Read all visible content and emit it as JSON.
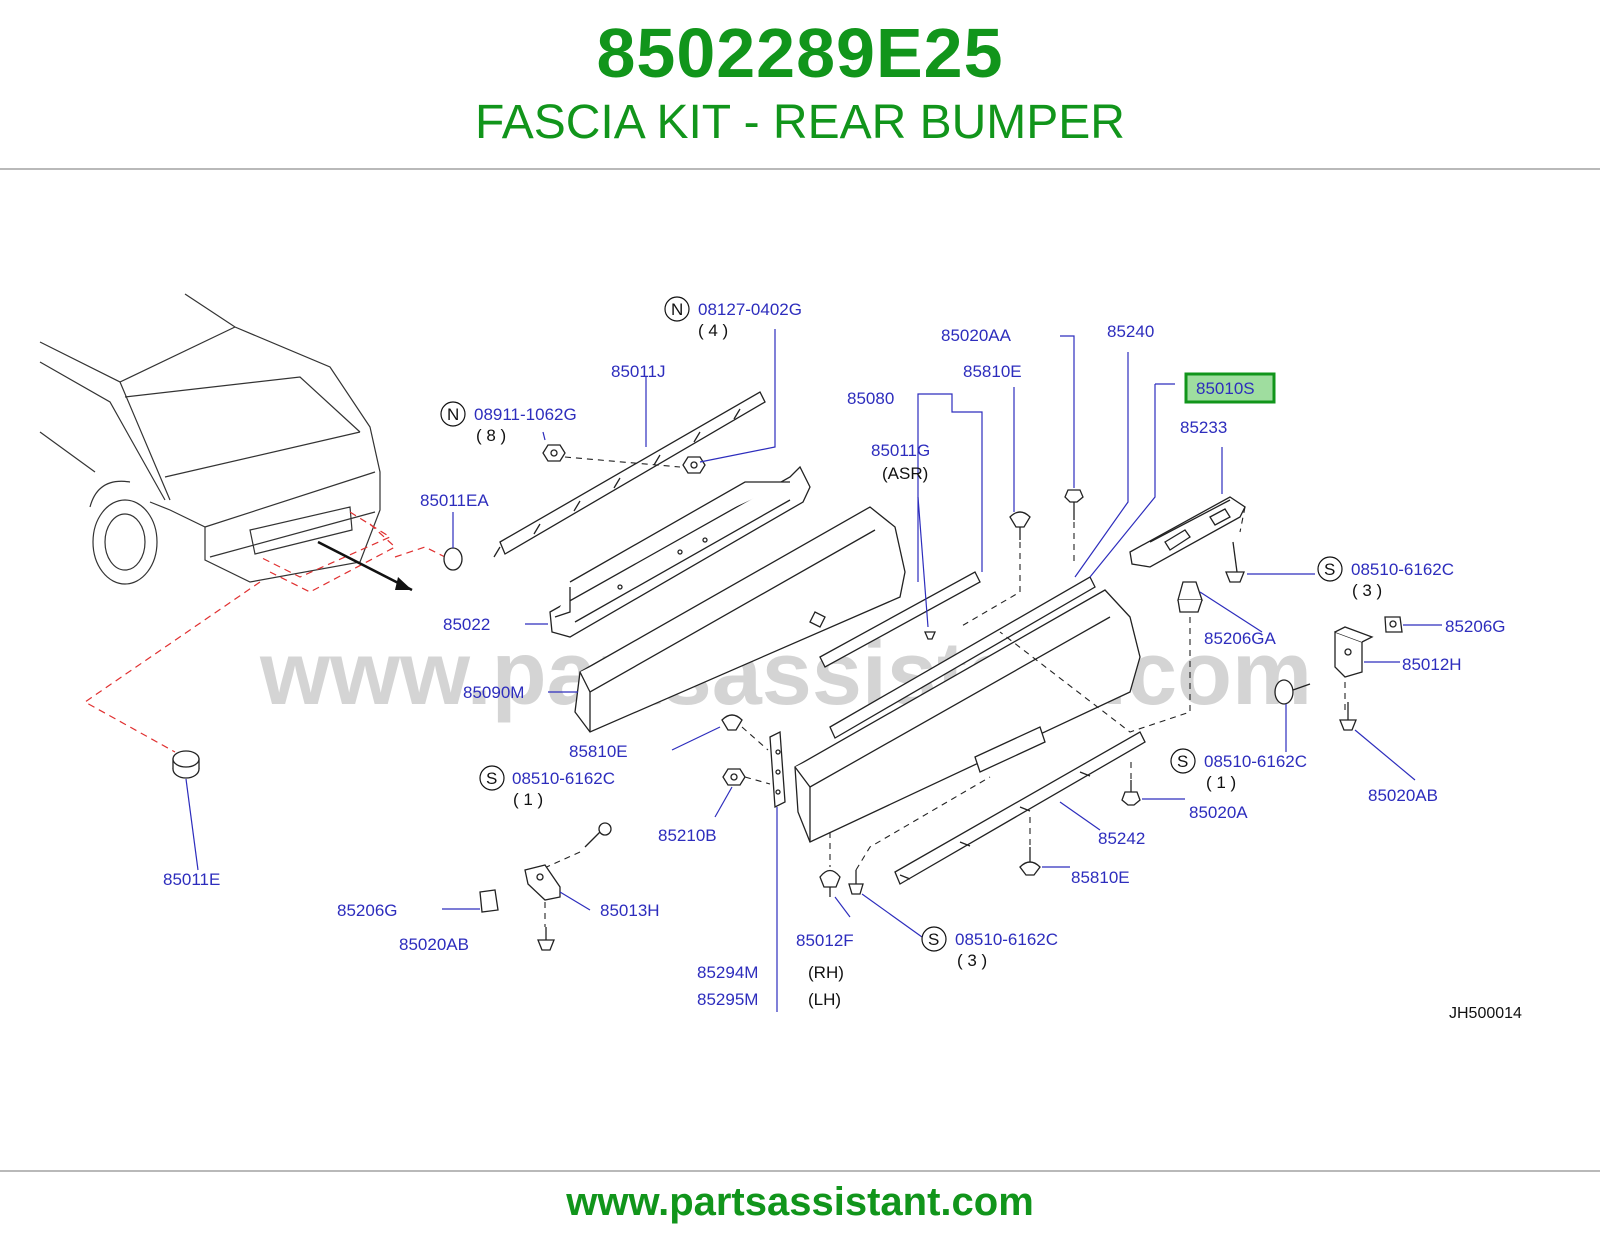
{
  "header": {
    "part_number": "8502289E25",
    "description": "FASCIA KIT - REAR BUMPER"
  },
  "diagram": {
    "watermark": "www.partsassistant.com",
    "diagram_code": "JH500014",
    "highlighted_part": "85010S",
    "callouts": {
      "p_08127_0402G": "08127-0402G",
      "q_4": "( 4 )",
      "p_85011J": "85011J",
      "p_08911_1062G": "08911-1062G",
      "q_8": "( 8 )",
      "p_85011EA": "85011EA",
      "p_85022": "85022",
      "p_85090M": "85090M",
      "p_85080": "85080",
      "p_85011G": "85011G",
      "asr": "(ASR)",
      "p_85020AA": "85020AA",
      "p_85810E_top": "85810E",
      "p_85240": "85240",
      "p_85010S": "85010S",
      "p_85233": "85233",
      "p_08510_6162C_a": "08510-6162C",
      "q_3a": "( 3 )",
      "p_85206GA": "85206GA",
      "p_85206G_right": "85206G",
      "p_85012H": "85012H",
      "p_08510_6162C_b": "08510-6162C",
      "q_1b": "( 1 )",
      "p_85020AB_right": "85020AB",
      "p_85020A": "85020A",
      "p_85242": "85242",
      "p_85810E_bottom": "85810E",
      "p_08510_6162C_c": "08510-6162C",
      "q_3c": "( 3 )",
      "p_85012F": "85012F",
      "p_85294M": "85294M",
      "rh": "(RH)",
      "p_85295M": "85295M",
      "lh": "(LH)",
      "p_85810E_mid": "85810E",
      "p_85210B": "85210B",
      "p_08510_6162C_d": "08510-6162C",
      "q_1d": "( 1 )",
      "p_85013H": "85013H",
      "p_85206G_left": "85206G",
      "p_85020AB_left": "85020AB",
      "p_85011E": "85011E",
      "n_symbol": "N",
      "s_symbol": "S"
    }
  },
  "footer": {
    "url": "www.partsassistant.com"
  }
}
